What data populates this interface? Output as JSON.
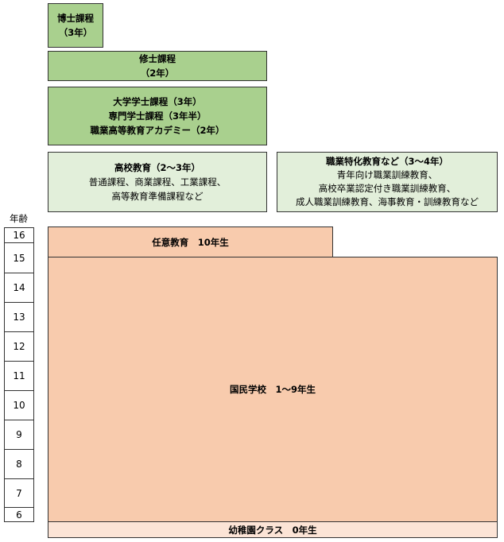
{
  "boxes": {
    "doctor": {
      "lines": [
        "博士課程",
        "（3年）"
      ]
    },
    "master": {
      "lines": [
        "修士課程",
        "（2年）"
      ]
    },
    "bachelor": {
      "lines": [
        "大学学士課程（3年）",
        "専門学士課程（3年半）",
        "職業高等教育アカデミー（2年）"
      ]
    },
    "highschool": {
      "title": "高校教育（2〜3年）",
      "lines": [
        "普通課程、商業課程、工業課程、",
        "高等教育準備課程など"
      ]
    },
    "vocational": {
      "title": "職業特化教育など（3〜4年）",
      "lines": [
        "青年向け職業訓練教育、",
        "高校卒業認定付き職業訓練教育、",
        "成人職業訓練教育、海事教育・訓練教育など"
      ]
    },
    "optional": {
      "label": "任意教育　10年生"
    },
    "basic": {
      "label": "国民学校　1〜9年生"
    },
    "kindergarten": {
      "label": "幼稚園クラス　0年生"
    }
  },
  "age_label": "年齢",
  "ages": [
    "16",
    "15",
    "14",
    "13",
    "12",
    "11",
    "10",
    "9",
    "8",
    "7",
    "6"
  ],
  "colors": {
    "green": "#a9d08e",
    "light_green": "#e2efda",
    "orange": "#f8cbad",
    "light_orange": "#fce4d6"
  }
}
